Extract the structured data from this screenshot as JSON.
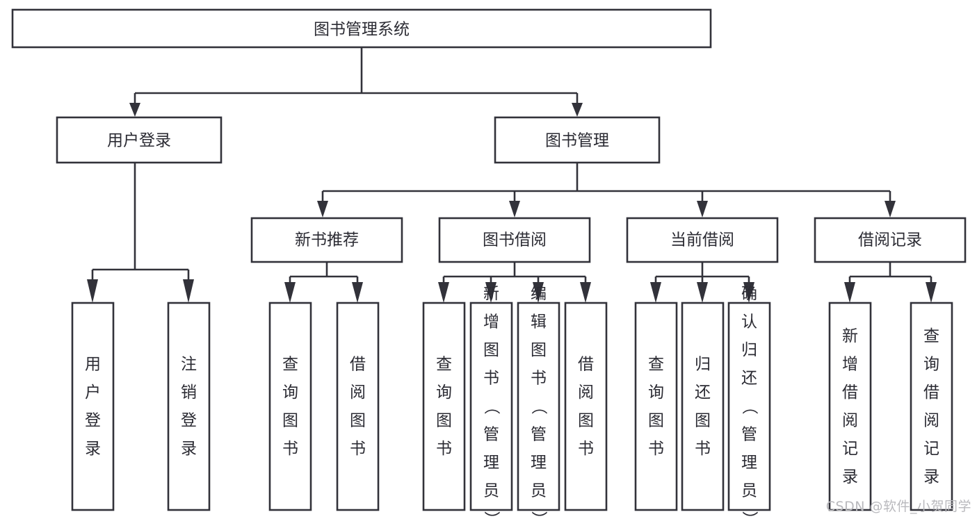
{
  "diagram": {
    "title": "图书管理系统",
    "type": "tree-hierarchy-diagram",
    "colors": {
      "stroke": "#32323a",
      "fill": "#ffffff",
      "text": "#2b2b33",
      "watermark": "#b9b9bd",
      "background": "#ffffff"
    },
    "levels": {
      "root": "图书管理系统",
      "level2": [
        "用户登录",
        "图书管理"
      ],
      "level3": [
        "新书推荐",
        "图书借阅",
        "当前借阅",
        "借阅记录"
      ],
      "level4": [
        "用户登录",
        "注销登录",
        "查询图书",
        "借阅图书",
        "查询图书",
        "新增图书（管理员）",
        "编辑图书（管理员）",
        "借阅图书",
        "查询图书",
        "归还图书",
        "确认归还（管理员）",
        "新增借阅记录",
        "查询借阅记录"
      ]
    },
    "nodes": {
      "root": {
        "label": "图书管理系统"
      },
      "user_login": {
        "label": "用户登录"
      },
      "book_manage": {
        "label": "图书管理"
      },
      "new_book_rec": {
        "label": "新书推荐"
      },
      "book_borrow": {
        "label": "图书借阅"
      },
      "current_borrow": {
        "label": "当前借阅"
      },
      "borrow_record": {
        "label": "借阅记录"
      },
      "leaf_user_login": {
        "label": "用户登录"
      },
      "leaf_logout": {
        "label": "注销登录"
      },
      "leaf_query_book_1": {
        "label": "查询图书"
      },
      "leaf_borrow_book_1": {
        "label": "借阅图书"
      },
      "leaf_query_book_2": {
        "label": "查询图书"
      },
      "leaf_add_book": {
        "label": "新增图书（管理员）"
      },
      "leaf_edit_book": {
        "label": "编辑图书（管理员）"
      },
      "leaf_borrow_book_2": {
        "label": "借阅图书"
      },
      "leaf_query_book_3": {
        "label": "查询图书"
      },
      "leaf_return_book": {
        "label": "归还图书"
      },
      "leaf_confirm_return": {
        "label": "确认归还（管理员）"
      },
      "leaf_add_record": {
        "label": "新增借阅记录"
      },
      "leaf_query_record": {
        "label": "查询借阅记录"
      }
    },
    "edges": [
      {
        "from": "root",
        "to": "user_login"
      },
      {
        "from": "root",
        "to": "book_manage"
      },
      {
        "from": "user_login",
        "to": "leaf_user_login"
      },
      {
        "from": "user_login",
        "to": "leaf_logout"
      },
      {
        "from": "book_manage",
        "to": "new_book_rec"
      },
      {
        "from": "book_manage",
        "to": "book_borrow"
      },
      {
        "from": "book_manage",
        "to": "current_borrow"
      },
      {
        "from": "book_manage",
        "to": "borrow_record"
      },
      {
        "from": "new_book_rec",
        "to": "leaf_query_book_1"
      },
      {
        "from": "new_book_rec",
        "to": "leaf_borrow_book_1"
      },
      {
        "from": "book_borrow",
        "to": "leaf_query_book_2"
      },
      {
        "from": "book_borrow",
        "to": "leaf_add_book"
      },
      {
        "from": "book_borrow",
        "to": "leaf_edit_book"
      },
      {
        "from": "book_borrow",
        "to": "leaf_borrow_book_2"
      },
      {
        "from": "current_borrow",
        "to": "leaf_query_book_3"
      },
      {
        "from": "current_borrow",
        "to": "leaf_return_book"
      },
      {
        "from": "current_borrow",
        "to": "leaf_confirm_return"
      },
      {
        "from": "borrow_record",
        "to": "leaf_add_record"
      },
      {
        "from": "borrow_record",
        "to": "leaf_query_record"
      }
    ]
  },
  "watermark": {
    "text": "CSDN @软件_小贺同学"
  }
}
